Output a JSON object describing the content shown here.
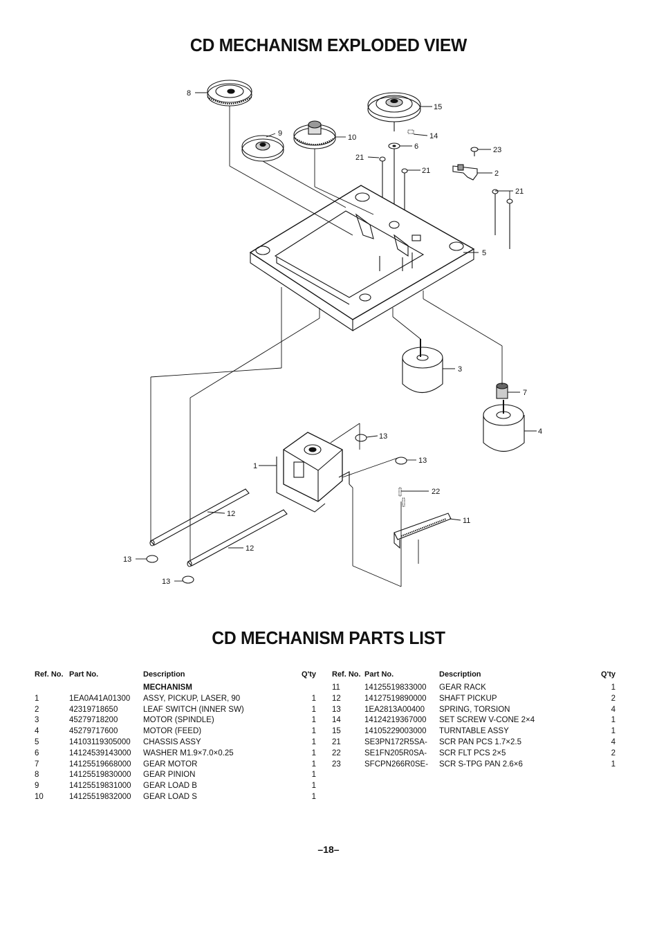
{
  "titles": {
    "exploded": "CD MECHANISM EXPLODED VIEW",
    "parts": "CD MECHANISM PARTS LIST"
  },
  "diagram": {
    "callouts": [
      "8",
      "9",
      "10",
      "15",
      "14",
      "6",
      "23",
      "2",
      "21",
      "21",
      "21",
      "5",
      "3",
      "7",
      "4",
      "13",
      "13",
      "1",
      "22",
      "11",
      "12",
      "12",
      "13",
      "13"
    ]
  },
  "columns": {
    "ref": "Ref. No.",
    "part": "Part No.",
    "desc": "Description",
    "qty": "Q'ty"
  },
  "left_table": {
    "section": "MECHANISM",
    "rows": [
      {
        "ref": "1",
        "part": "1EA0A41A01300",
        "desc": "ASSY, PICKUP, LASER, 90",
        "qty": "1"
      },
      {
        "ref": "2",
        "part": "42319718650",
        "desc": "LEAF SWITCH (INNER SW)",
        "qty": "1"
      },
      {
        "ref": "3",
        "part": "45279718200",
        "desc": "MOTOR (SPINDLE)",
        "qty": "1"
      },
      {
        "ref": "4",
        "part": "45279717600",
        "desc": "MOTOR (FEED)",
        "qty": "1"
      },
      {
        "ref": "5",
        "part": "14103119305000",
        "desc": "CHASSIS ASSY",
        "qty": "1"
      },
      {
        "ref": "6",
        "part": "14124539143000",
        "desc": "WASHER M1.9×7.0×0.25",
        "qty": "1"
      },
      {
        "ref": "7",
        "part": "14125519668000",
        "desc": "GEAR MOTOR",
        "qty": "1"
      },
      {
        "ref": "8",
        "part": "14125519830000",
        "desc": "GEAR PINION",
        "qty": "1"
      },
      {
        "ref": "9",
        "part": "14125519831000",
        "desc": "GEAR LOAD B",
        "qty": "1"
      },
      {
        "ref": "10",
        "part": "14125519832000",
        "desc": "GEAR LOAD S",
        "qty": "1"
      }
    ]
  },
  "right_table": {
    "rows": [
      {
        "ref": "11",
        "part": "14125519833000",
        "desc": "GEAR RACK",
        "qty": "1"
      },
      {
        "ref": "12",
        "part": "14127519890000",
        "desc": "SHAFT PICKUP",
        "qty": "2"
      },
      {
        "ref": "13",
        "part": "1EA2813A00400",
        "desc": "SPRING, TORSION",
        "qty": "4"
      },
      {
        "ref": "14",
        "part": "14124219367000",
        "desc": "SET SCREW V-CONE 2×4",
        "qty": "1"
      },
      {
        "ref": "15",
        "part": "14105229003000",
        "desc": "TURNTABLE ASSY",
        "qty": "1"
      },
      {
        "ref": "21",
        "part": "SE3PN172R5SA-",
        "desc": "SCR PAN PCS 1.7×2.5",
        "qty": "4"
      },
      {
        "ref": "22",
        "part": "SE1FN205R0SA-",
        "desc": "SCR FLT PCS 2×5",
        "qty": "2"
      },
      {
        "ref": "23",
        "part": "SFCPN266R0SE-",
        "desc": "SCR S-TPG PAN 2.6×6",
        "qty": "1"
      }
    ]
  },
  "page_number": "–18–"
}
